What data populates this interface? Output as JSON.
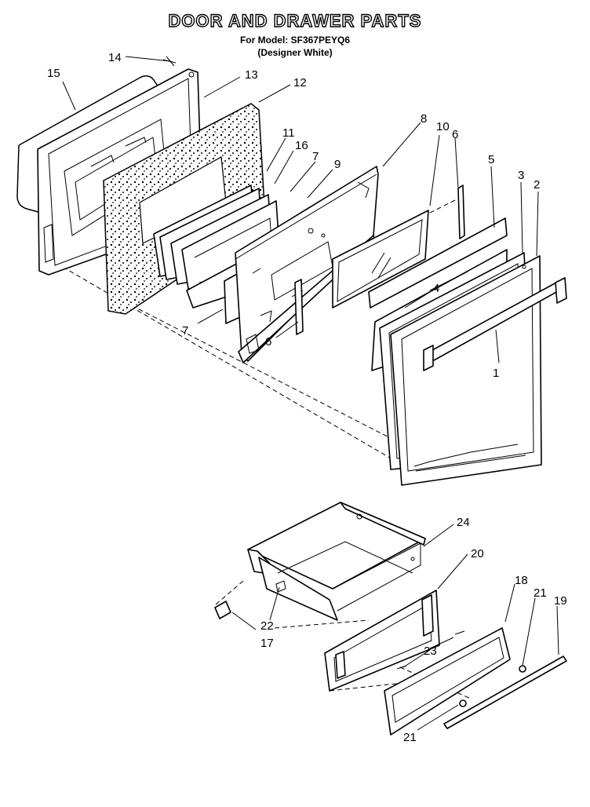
{
  "header": {
    "title": "DOOR AND DRAWER PARTS",
    "model_line": "For Model: SF367PEYQ6",
    "finish_line": "(Designer White)"
  },
  "callouts": {
    "c1": "1",
    "c2": "2",
    "c3": "3",
    "c4": "4",
    "c5": "5",
    "c6a": "6",
    "c6b": "6",
    "c7a": "7",
    "c7b": "7",
    "c8": "8",
    "c9": "9",
    "c10": "10",
    "c11": "11",
    "c12": "12",
    "c13": "13",
    "c14": "14",
    "c15": "15",
    "c16": "16",
    "c17": "17",
    "c18": "18",
    "c19": "19",
    "c20": "20",
    "c21a": "21",
    "c21b": "21",
    "c22": "22",
    "c23": "23",
    "c24": "24"
  }
}
